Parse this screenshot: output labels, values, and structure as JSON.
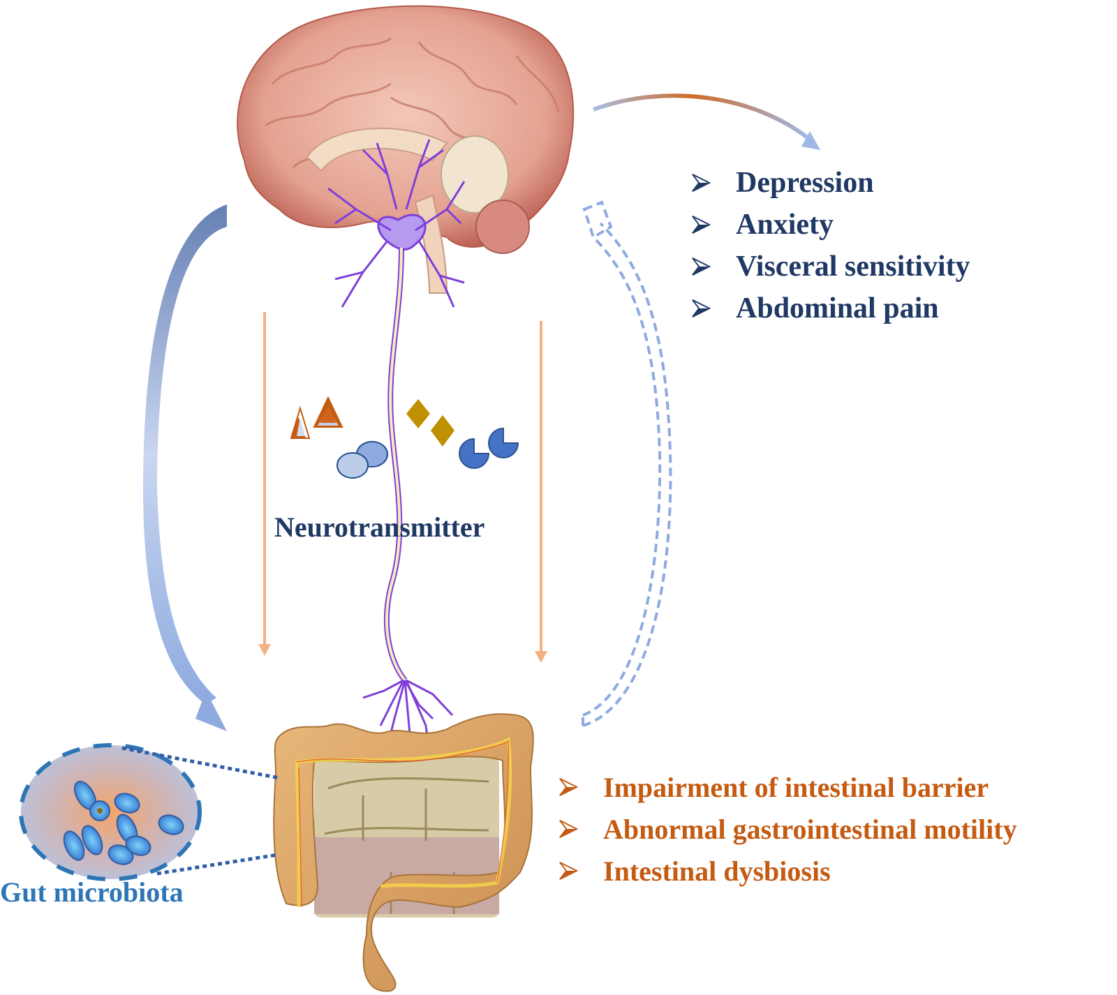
{
  "colors": {
    "navy_text": "#1f3864",
    "orange_text": "#c55a11",
    "gut_label": "#2e75b6",
    "down_arrow": "#f4b183",
    "blue_arrow": "#8faadc",
    "neuron": "#7f3fd9"
  },
  "icons": {
    "bullet": "arrowhead-bullet-icon",
    "brain": "brain-illustration",
    "colon": "colon-illustration",
    "neuron": "neuron-illustration",
    "bacteria": "bacteria-illustration"
  },
  "brain_effects": {
    "items": [
      {
        "label": "Depression"
      },
      {
        "label": "Anxiety"
      },
      {
        "label": "Visceral sensitivity"
      },
      {
        "label": "Abdominal pain"
      }
    ]
  },
  "gut_effects": {
    "items": [
      {
        "label": "Impairment of intestinal barrier"
      },
      {
        "label": "Abnormal gastrointestinal motility"
      },
      {
        "label": "Intestinal dysbiosis"
      }
    ]
  },
  "center": {
    "neurotransmitter_label": "Neurotransmitter"
  },
  "microbiota": {
    "label": "Gut microbiota"
  }
}
